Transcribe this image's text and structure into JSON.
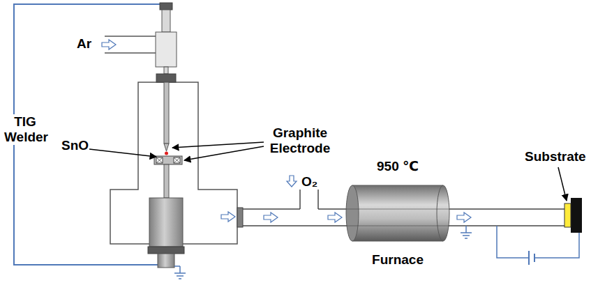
{
  "diagram": {
    "nodes": [
      {
        "text": [
          "950 ℃",
          "Furnace"
        ]
      }
    ],
    "labels": [
      "Ar",
      "TIG Welder",
      "SnO",
      "Graphite Electrode",
      "O₂",
      "Substrate"
    ]
  }
}
